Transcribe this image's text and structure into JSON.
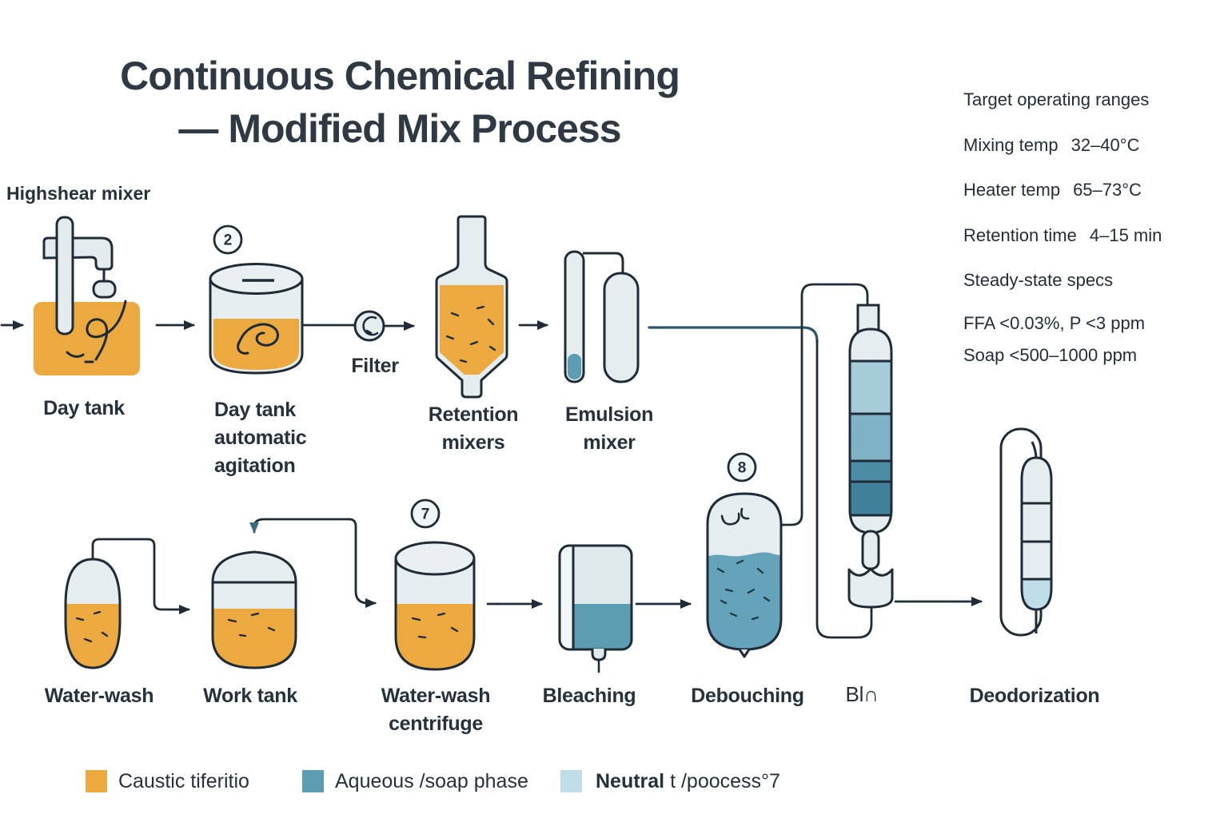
{
  "title": {
    "line1": "Continuous Chemical Refining",
    "line2": "— Modified Mix Process"
  },
  "annotations": {
    "highshear_mixer": "Highshear mixer"
  },
  "specs": {
    "heading": "Target operating ranges",
    "rows": [
      {
        "label": "Mixing temp",
        "value": "32–40°C"
      },
      {
        "label": "Heater temp",
        "value": "65–73°C"
      },
      {
        "label": "Retention time",
        "value": "4–15 min"
      }
    ],
    "steady_heading": "Steady-state specs",
    "ffa_line": "FFA <0.03%, P <3 ppm",
    "soap_line": "Soap <500–1000 ppm"
  },
  "badges": {
    "day_tank_auto": "2",
    "centrifuge": "7",
    "debouching": "8"
  },
  "stages": {
    "day_tank": "Day tank",
    "day_tank_auto_l1": "Day tank",
    "day_tank_auto_l2": "automatic",
    "day_tank_auto_l3": "agitation",
    "filter": "Filter",
    "retention_l1": "Retention",
    "retention_l2": "mixers",
    "emulsion_l1": "Emulsion",
    "emulsion_l2": "mixer",
    "water_wash": "Water-wash",
    "work_tank": "Work tank",
    "centrifuge_l1": "Water-wash",
    "centrifuge_l2": "centrifuge",
    "bleaching": "Bleaching",
    "debouching": "Debouching",
    "glyph": "Bl∩",
    "deodorization": "Deodorization"
  },
  "legend": {
    "items": [
      {
        "label": "Caustic tiferitio",
        "color": "#EBA93F"
      },
      {
        "label": "Aqueous /soap phase",
        "color": "#5C9DB2"
      },
      {
        "label_bold": "Neutral",
        "label_rest": " t /poocess°7",
        "color": "#BFDDE9"
      }
    ]
  },
  "colors": {
    "outline": "#1F2B36",
    "caustic_orange": "#EBA93F",
    "aqueous_blue": "#5C9DB2",
    "neutral_blue": "#BFDDE9",
    "vessel_fill": "#E6EDEF",
    "pipe_teal": "#2C5666",
    "column_bands": [
      "#A6CBD9",
      "#7FB2C6",
      "#4C8CA4",
      "#41809A"
    ]
  }
}
